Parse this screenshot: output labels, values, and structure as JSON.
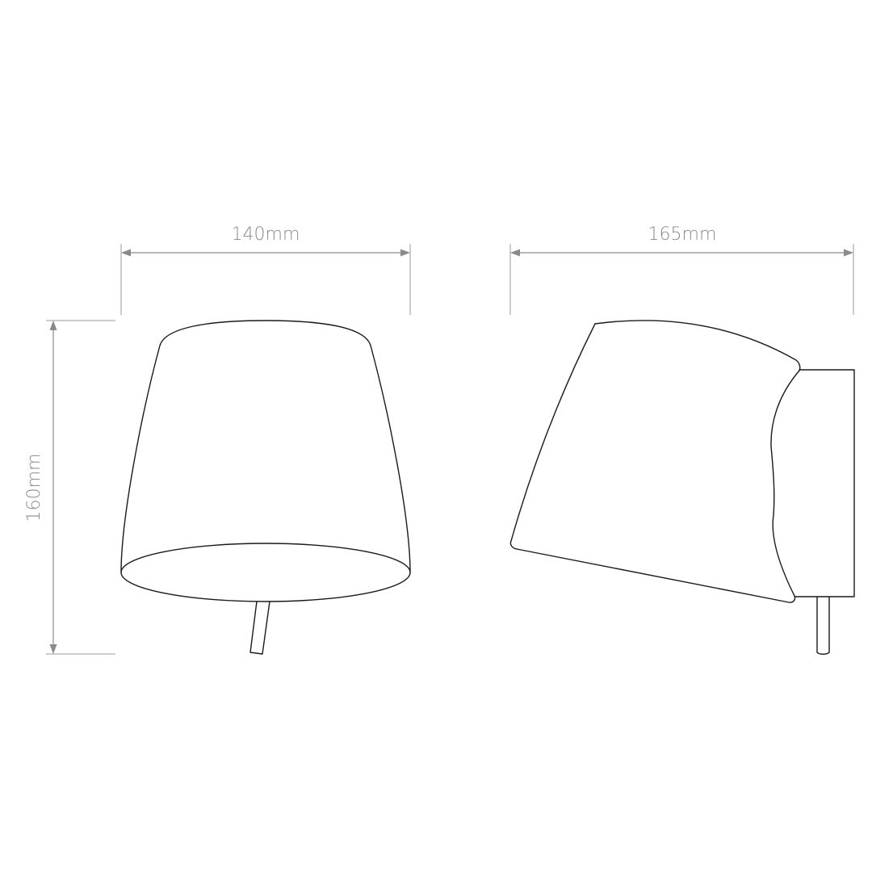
{
  "dimensions": {
    "front_width": "140mm",
    "side_width": "165mm",
    "height": "160mm"
  },
  "colors": {
    "background": "#ffffff",
    "dimension": "#8a8a8a",
    "outline": "#1a1a1a"
  }
}
